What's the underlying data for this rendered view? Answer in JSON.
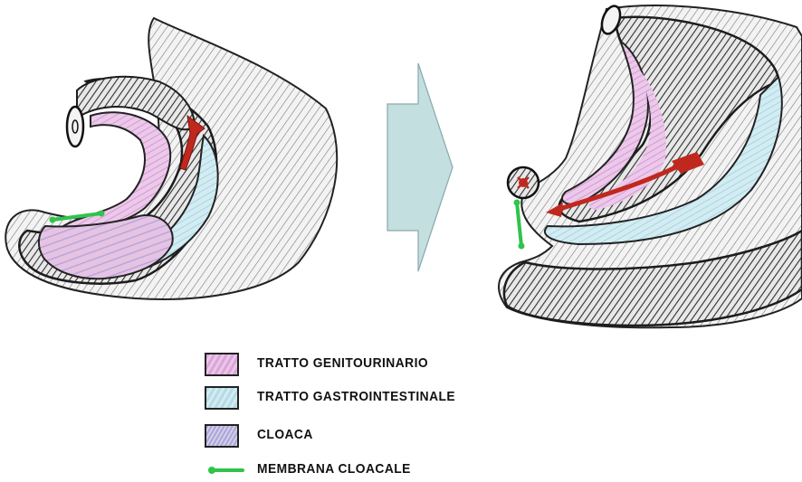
{
  "legend": {
    "items": [
      {
        "label": "TRATTO GENITOURINARIO",
        "icon": "pink-swatch-icon",
        "color": "#e2b5e0"
      },
      {
        "label": "TRATTO GASTROINTESTINALE",
        "icon": "blue-swatch-icon",
        "color": "#c3e3ec"
      },
      {
        "label": "CLOACA",
        "icon": "cloaca-swatch-icon",
        "color": "#b8b3de"
      },
      {
        "label": "MEMBRANA CLOACALE",
        "icon": "green-membrane-line-icon",
        "color": "#2fc44a"
      }
    ]
  },
  "colors": {
    "hatching": "#3a3a3a",
    "arrow_red": "#c0281e",
    "transition_arrow": "#c3dfe0",
    "membrane_green": "#2fc44a"
  }
}
